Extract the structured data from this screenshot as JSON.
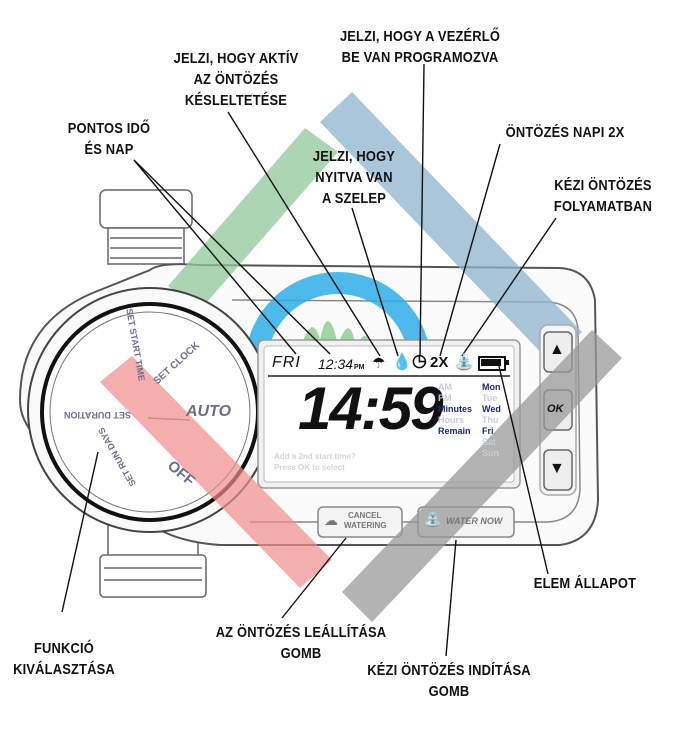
{
  "callouts": {
    "programmed": [
      "JELZI, HOGY A VEZÉRLŐ",
      "BE VAN PROGRAMOZVA"
    ],
    "delay": [
      "JELZI, HOGY AKTÍV",
      "AZ ÖNTÖZÉS",
      "KÉSLELTETÉSE"
    ],
    "time_day": [
      "PONTOS IDŐ",
      "ÉS NAP"
    ],
    "twice_daily": [
      "ÖNTÖZÉS NAPI 2X"
    ],
    "valve_open": [
      "JELZI, HOGY",
      "NYITVA VAN",
      "A SZELEP"
    ],
    "manual_in_progress": [
      "KÉZI ÖNTÖZÉS",
      "FOLYAMATBAN"
    ],
    "battery": [
      "ELEM ÁLLAPOT"
    ],
    "function_select": [
      "FUNKCIÓ",
      "KIVÁLASZTÁSA"
    ],
    "stop_button": [
      "AZ ÖNTÖZÉS LEÁLLÍTÁSA",
      "GOMB"
    ],
    "manual_start_button": [
      "KÉZI ÖNTÖZÉS INDÍTÁSA",
      "GOMB"
    ]
  },
  "dial": {
    "auto": "AUTO",
    "off": "OFF",
    "set_clock": "SET CLOCK",
    "set_start_time": "SET START TIME",
    "set_duration": "SET DURATION",
    "set_run_days": "SET RUN DAYS"
  },
  "lcd": {
    "day": "FRI",
    "clock": "12:34",
    "pm": "PM",
    "twice": "2X",
    "big_digits": "14:59",
    "am": "AM",
    "pm2": "PM",
    "units": [
      "Minutes",
      "Hours",
      "Remain"
    ],
    "days": [
      "Mon",
      "Tue",
      "Wed",
      "Thu",
      "Fri",
      "Sat",
      "Sun"
    ],
    "active_days": [
      "Mon",
      "Wed",
      "Fri"
    ],
    "faint_text_1": "Add a 2nd start time?",
    "faint_text_2": "Press OK to select"
  },
  "buttons": {
    "cancel_line1": "CANCEL",
    "cancel_line2": "WATERING",
    "water_now": "WATER NOW",
    "ok": "OK",
    "up": "▲",
    "down": "▼"
  },
  "colors": {
    "green_bar": "#8fc79a",
    "blue_bar": "#8cb3cf",
    "red_bar": "#ef8b8b",
    "gray_bar": "#9a9a9a",
    "cyan_ring": "#2eaee8",
    "body_outline": "#555555"
  }
}
